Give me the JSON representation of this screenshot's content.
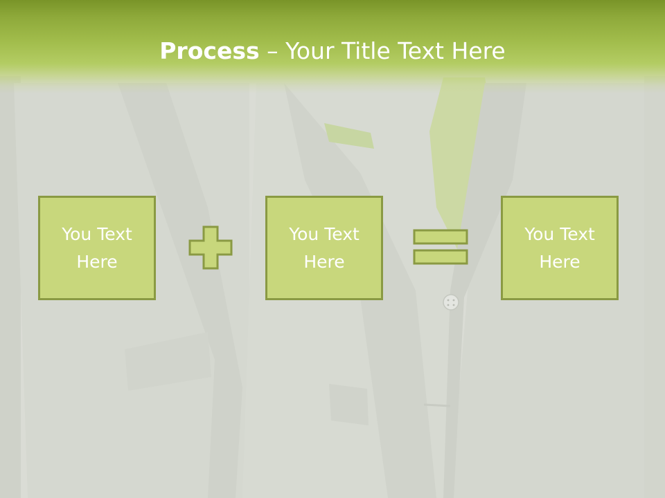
{
  "slide": {
    "title_bold": "Process",
    "title_rest": " – Your Title Text Here",
    "boxes": [
      {
        "text": "You Text Here"
      },
      {
        "text": "You Text Here"
      },
      {
        "text": "You Text Here"
      }
    ],
    "operators": [
      "plus-icon",
      "equals-icon"
    ]
  },
  "colors": {
    "header_green": "#9fba48",
    "box_fill": "#c8d77c",
    "box_border": "#8a9a43",
    "text": "#ffffff"
  }
}
